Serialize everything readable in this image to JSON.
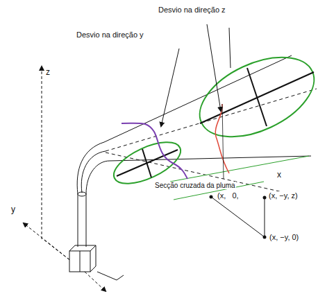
{
  "diagram": {
    "labels": [
      "Desvio na direção z",
      "Desvio na direção y",
      "Secção cruzada da pluma",
      "z",
      "x",
      "y",
      "(x,   0,",
      "(x, −y, z)",
      "(x, −y, 0)"
    ]
  }
}
